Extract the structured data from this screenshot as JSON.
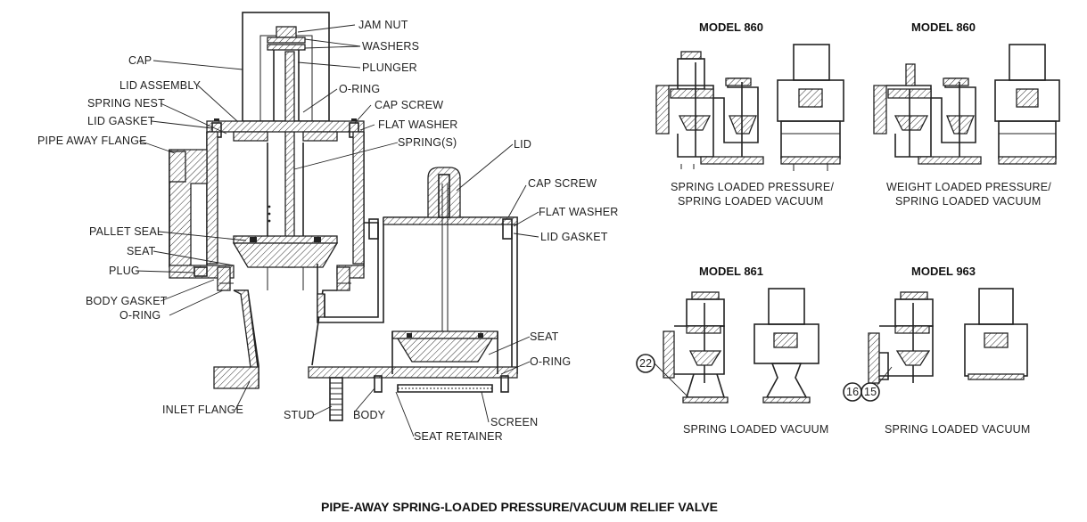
{
  "diagram": {
    "main_title": "PIPE-AWAY SPRING-LOADED PRESSURE/VACUUM RELIEF VALVE",
    "labels": {
      "jam_nut": "JAM NUT",
      "washers": "WASHERS",
      "cap": "CAP",
      "plunger": "PLUNGER",
      "lid_assembly": "LID ASSEMBLY",
      "o_ring_top": "O-RING",
      "spring_nest": "SPRING NEST",
      "cap_screw_left": "CAP SCREW",
      "lid_gasket_left": "LID GASKET",
      "flat_washer_left": "FLAT WASHER",
      "pipe_away_flange": "PIPE AWAY FLANGE",
      "springs": "SPRING(S)",
      "lid": "LID",
      "cap_screw_right": "CAP SCREW",
      "flat_washer_right": "FLAT WASHER",
      "lid_gasket_right": "LID GASKET",
      "pallet_seal": "PALLET SEAL",
      "seat_left": "SEAT",
      "plug": "PLUG",
      "body_gasket": "BODY GASKET",
      "o_ring_left": "O-RING",
      "seat_right": "SEAT",
      "o_ring_right": "O-RING",
      "inlet_flange": "INLET FLANGE",
      "stud": "STUD",
      "body": "BODY",
      "screen": "SCREEN",
      "seat_retainer": "SEAT RETAINER"
    }
  },
  "models": [
    {
      "title": "MODEL 860",
      "caption_line1": "SPRING LOADED PRESSURE/",
      "caption_line2": "SPRING LOADED VACUUM"
    },
    {
      "title": "MODEL 860",
      "caption_line1": "WEIGHT LOADED PRESSURE/",
      "caption_line2": "SPRING LOADED VACUUM"
    },
    {
      "title": "MODEL 861",
      "caption_line1": "SPRING LOADED VACUUM",
      "callouts": [
        "22"
      ]
    },
    {
      "title": "MODEL 963",
      "caption_line1": "SPRING LOADED VACUUM",
      "callouts": [
        "16",
        "15"
      ]
    }
  ]
}
